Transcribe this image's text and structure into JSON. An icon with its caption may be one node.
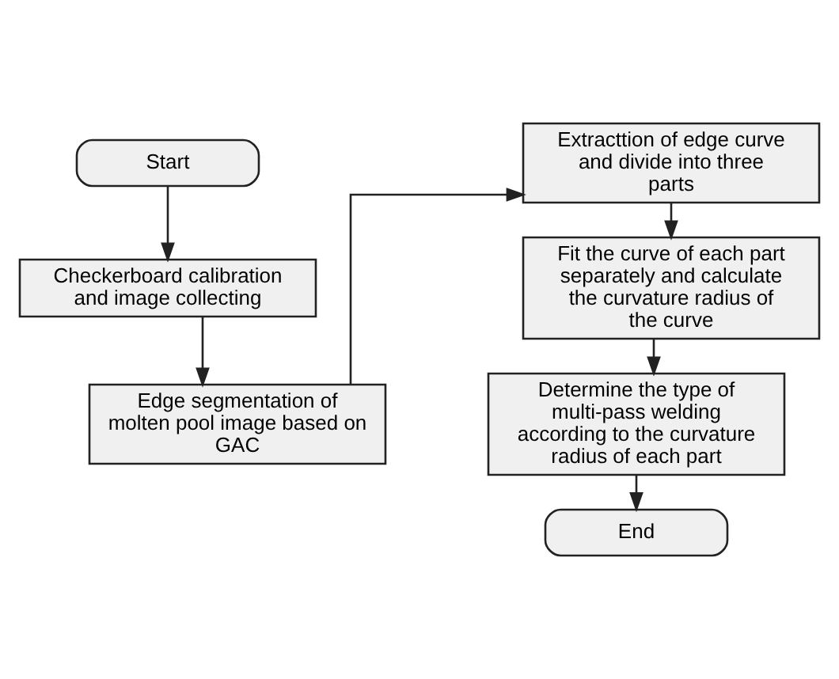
{
  "diagram": {
    "nodes": [
      {
        "text": [
          "Start"
        ]
      },
      {
        "text": [
          "Checkerboard calibration and image collecting"
        ]
      },
      {
        "text": [
          "Edge segmentation of molten pool image based on GAC"
        ]
      },
      {
        "text": [
          "Extracttion of edge curve and divide into three parts"
        ]
      },
      {
        "text": [
          "Fit the curve of each part separately and calculate the curvature radius of the curve"
        ]
      },
      {
        "text": [
          "Determine the type of multi-pass welding according to the curvature radius of each part"
        ]
      },
      {
        "text": [
          "End"
        ]
      }
    ],
    "edges": [
      {
        "from": 0,
        "to": 1,
        "arrow": "to"
      },
      {
        "from": 1,
        "to": 2,
        "arrow": "to"
      },
      {
        "from": 2,
        "to": 3,
        "arrow": "to"
      },
      {
        "from": 3,
        "to": 4,
        "arrow": "to"
      },
      {
        "from": 4,
        "to": 5,
        "arrow": "to"
      },
      {
        "from": 5,
        "to": 6,
        "arrow": "to"
      }
    ]
  }
}
